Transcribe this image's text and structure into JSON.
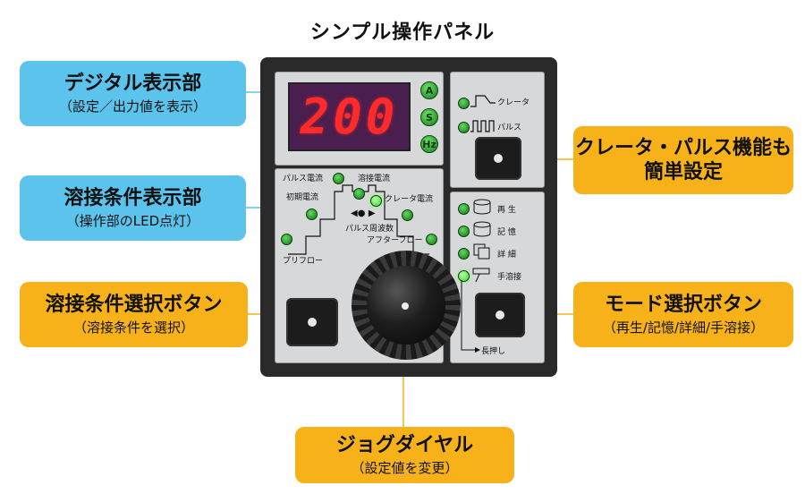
{
  "title": "シンプル操作パネル",
  "callouts": {
    "display": {
      "main": "デジタル表示部",
      "sub": "（設定／出力値を表示）"
    },
    "condition_display": {
      "main": "溶接条件表示部",
      "sub": "（操作部のLED点灯）"
    },
    "condition_button": {
      "main": "溶接条件選択ボタン",
      "sub": "（溶接条件を選択）"
    },
    "crater_pulse": {
      "main1": "クレータ・パルス機能も",
      "main2": "簡単設定"
    },
    "mode_button": {
      "main": "モード選択ボタン",
      "sub": "（再生/記憶/詳細/手溶接）"
    },
    "jog_dial": {
      "main": "ジョグダイヤル",
      "sub": "（設定値を変更）"
    }
  },
  "device": {
    "readout": "200",
    "units": [
      "A",
      "S",
      "Hz"
    ],
    "crater_labels": [
      "クレータ",
      "パルス"
    ],
    "condition_labels": {
      "pulse_current": "パルス電流",
      "welding_current": "溶接電流",
      "initial_current": "初期電流",
      "crater_current": "クレータ電流",
      "pulse_frequency": "パルス周波数",
      "preflow": "プリフロー",
      "afterflow": "アフターフロー"
    },
    "mode_labels": [
      "再 生",
      "記 憶",
      "詳 細",
      "手溶接"
    ],
    "long_press": "長押し"
  },
  "colors": {
    "blue": "#5bc3ec",
    "yellow": "#f7b21a",
    "panel": "#d7d8da",
    "body": "#2a2a2a",
    "led_green": "#3fd23f",
    "segment_red": "#ff2a2a"
  }
}
